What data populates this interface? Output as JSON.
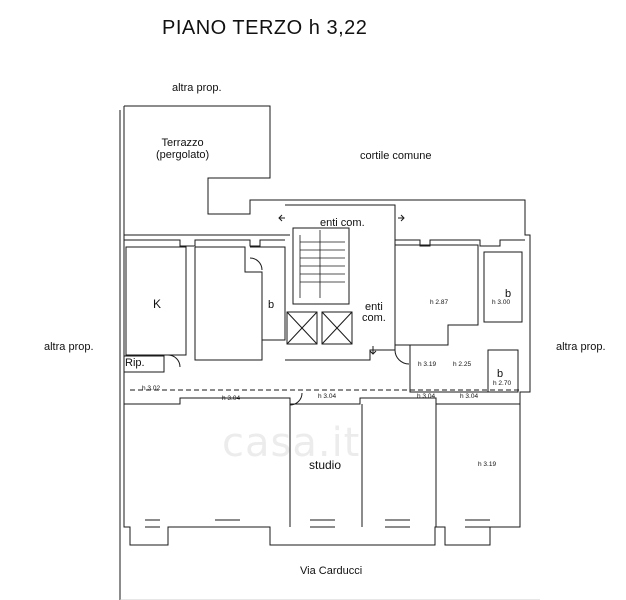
{
  "title": "PIANO TERZO h 3,22",
  "labels": {
    "north_neighbour": "altra prop.",
    "west_neighbour": "altra prop.",
    "east_neighbour": "altra prop.",
    "terrace": "Terrazzo\n(pergolato)",
    "courtyard": "cortile comune",
    "common_top": "enti com.",
    "common_side": "enti\ncom.",
    "kitchen": "K",
    "bath_left": "b",
    "bath_right_top": "b",
    "bath_right_bottom": "b",
    "storage": "Rip.",
    "study": "studio",
    "street": "Via Carducci"
  },
  "heights": {
    "h_302": "h 3.02",
    "h_304_a": "h 3.04",
    "h_304_b": "h 3.04",
    "h_304_c": "h 3.04",
    "h_304_d": "h 3.04",
    "h_287": "h 2.87",
    "h_300": "h 3.00",
    "h_319_small": "h 3.19",
    "h_225": "h 2.25",
    "h_270": "h 2.70",
    "h_319_room": "h 3.19"
  },
  "watermark": "casa.it",
  "colors": {
    "line": "#1a1a1a",
    "watermark": "#bdbdbd"
  }
}
